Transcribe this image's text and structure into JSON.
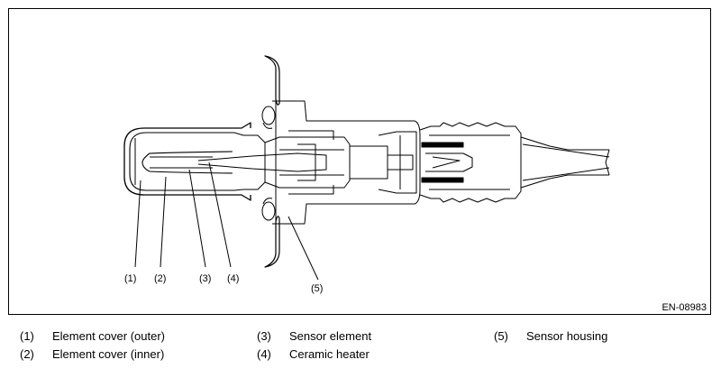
{
  "figure": {
    "id": "EN-08983",
    "callouts": [
      "(1)",
      "(2)",
      "(3)",
      "(4)",
      "(5)"
    ]
  },
  "legend": [
    {
      "num": "(1)",
      "label": "Element cover (outer)"
    },
    {
      "num": "(2)",
      "label": "Element cover (inner)"
    },
    {
      "num": "(3)",
      "label": "Sensor element"
    },
    {
      "num": "(4)",
      "label": "Ceramic heater"
    },
    {
      "num": "(5)",
      "label": "Sensor housing"
    }
  ]
}
